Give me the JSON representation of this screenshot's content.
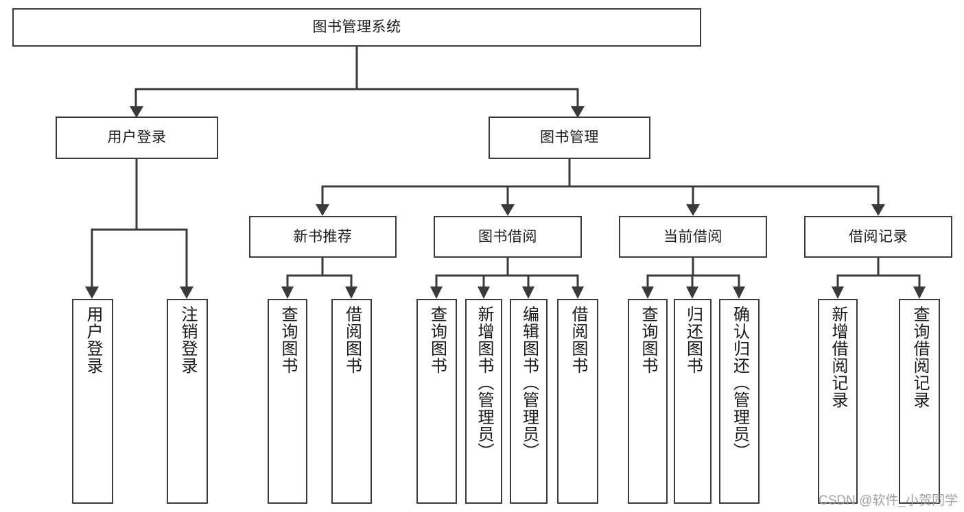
{
  "diagram": {
    "type": "tree-hierarchy",
    "title": "图书管理系统",
    "root": {
      "label": "图书管理系统"
    },
    "level2": [
      {
        "id": "user-login",
        "label": "用户登录"
      },
      {
        "id": "book-manage",
        "label": "图书管理"
      }
    ],
    "level3": [
      {
        "id": "new-book-recommend",
        "label": "新书推荐",
        "parent": "book-manage"
      },
      {
        "id": "book-borrow",
        "label": "图书借阅",
        "parent": "book-manage"
      },
      {
        "id": "current-borrow",
        "label": "当前借阅",
        "parent": "book-manage"
      },
      {
        "id": "borrow-record",
        "label": "借阅记录",
        "parent": "book-manage"
      }
    ],
    "leaves": [
      {
        "id": "leaf-user-login",
        "label": "用户登录",
        "parent": "user-login"
      },
      {
        "id": "leaf-logout-login",
        "label": "注销登录",
        "parent": "user-login"
      },
      {
        "id": "leaf-query-book-1",
        "label": "查询图书",
        "parent": "new-book-recommend"
      },
      {
        "id": "leaf-borrow-book-1",
        "label": "借阅图书",
        "parent": "new-book-recommend"
      },
      {
        "id": "leaf-query-book-2",
        "label": "查询图书",
        "parent": "book-borrow"
      },
      {
        "id": "leaf-add-book",
        "label": "新增图书（管理员）",
        "parent": "book-borrow"
      },
      {
        "id": "leaf-edit-book",
        "label": "编辑图书（管理员）",
        "parent": "book-borrow"
      },
      {
        "id": "leaf-borrow-book-2",
        "label": "借阅图书",
        "parent": "book-borrow"
      },
      {
        "id": "leaf-query-book-3",
        "label": "查询图书",
        "parent": "current-borrow"
      },
      {
        "id": "leaf-return-book",
        "label": "归还图书",
        "parent": "current-borrow"
      },
      {
        "id": "leaf-confirm-return",
        "label": "确认归还（管理员）",
        "parent": "current-borrow"
      },
      {
        "id": "leaf-add-record",
        "label": "新增借阅记录",
        "parent": "borrow-record"
      },
      {
        "id": "leaf-query-record",
        "label": "查询借阅记录",
        "parent": "borrow-record"
      }
    ],
    "colors": {
      "stroke": "#3a3a3a",
      "fill": "#ffffff",
      "text": "#1a1a1a",
      "watermark": "#9b9b9b"
    }
  },
  "watermark": {
    "text": "CSDN @软件_小贺同学"
  }
}
